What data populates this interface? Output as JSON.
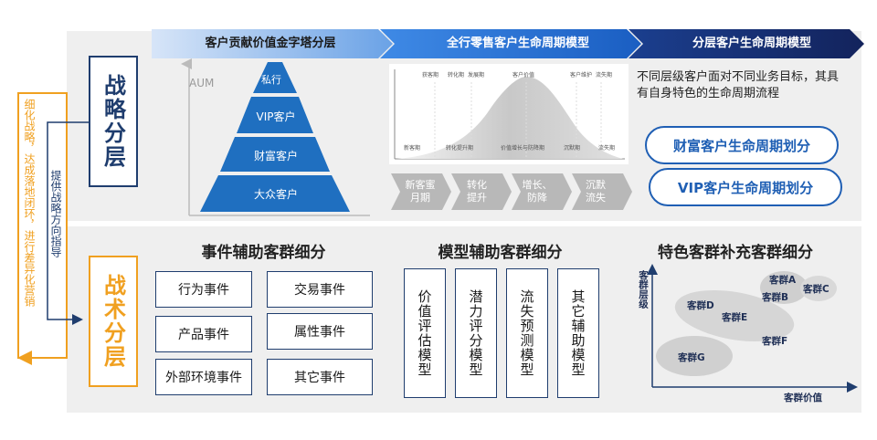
{
  "left_side": {
    "orange_vertical": "细化战略，达成落地闭环，进行差异化营销",
    "blue_vertical": "提供战略方向指导"
  },
  "strategy_layer": {
    "label": "战略分层"
  },
  "tactics_layer": {
    "label": "战术分层"
  },
  "banner": {
    "step1": "客户贡献价值金字塔分层",
    "step2": "全行零售客户生命周期模型",
    "step3": "分层客户生命周期模型"
  },
  "pyramid": {
    "axis_label": "AUM",
    "levels": [
      "私行",
      "VIP客户",
      "财富客户",
      "大众客户"
    ]
  },
  "lifecycle": {
    "top_stages": [
      "获客期",
      "转化期",
      "发展期",
      "客户价值",
      "客户维护",
      "流失期"
    ],
    "bottom_stages": [
      "新客期",
      "转化提升期",
      "价值增长与防降期",
      "沉默期",
      "流失期"
    ],
    "arrows": [
      "新客蜜月期",
      "转化提升",
      "增长、防降",
      "沉默流失"
    ]
  },
  "right_desc": {
    "text": "不同层级客户面对不同业务目标，其具有自身特色的生命周期流程",
    "pill1": "财富客户生命周期划分",
    "pill2": "VIP客户生命周期划分"
  },
  "event_section": {
    "title": "事件辅助客群细分",
    "items": [
      "行为事件",
      "交易事件",
      "产品事件",
      "属性事件",
      "外部环境事件",
      "其它事件"
    ]
  },
  "model_section": {
    "title": "模型辅助客群细分",
    "items": [
      "价值评估模型",
      "潜力评分模型",
      "流失预测模型",
      "其它辅助模型"
    ]
  },
  "special_section": {
    "title": "特色客群补充客群细分",
    "y_axis": "客群层级",
    "x_axis": "客群价值",
    "groups": [
      "客群A",
      "客群B",
      "客群C",
      "客群D",
      "客群E",
      "客群F",
      "客群G"
    ]
  },
  "colors": {
    "dark_blue": "#1f3d6e",
    "orange": "#f0a020",
    "accent_blue": "#1f5fb4",
    "pyramid_blue": "#1f6fc0"
  }
}
